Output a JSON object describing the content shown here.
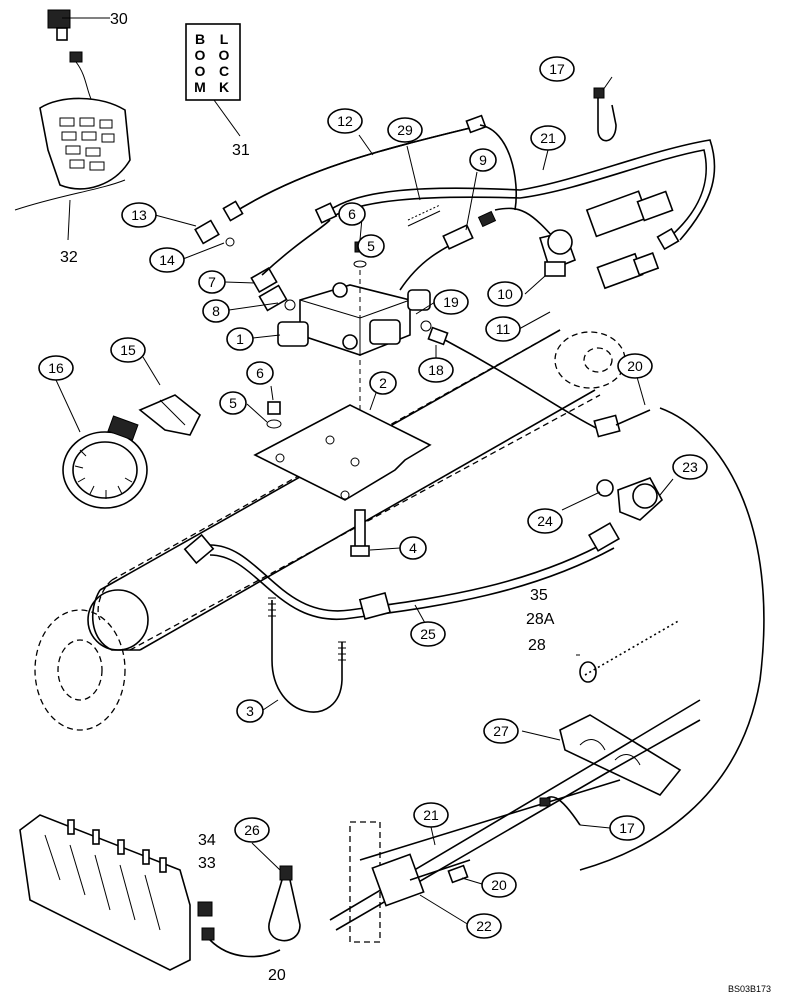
{
  "diagram": {
    "figure_code": "BS03B173",
    "decal": {
      "lines": [
        [
          "B",
          "L"
        ],
        [
          "O",
          "O"
        ],
        [
          "O",
          "C"
        ],
        [
          "M",
          "K"
        ]
      ]
    },
    "callouts": [
      {
        "id": "c1",
        "label": "1"
      },
      {
        "id": "c2",
        "label": "2"
      },
      {
        "id": "c3",
        "label": "3"
      },
      {
        "id": "c4",
        "label": "4"
      },
      {
        "id": "c5a",
        "label": "5"
      },
      {
        "id": "c5b",
        "label": "5"
      },
      {
        "id": "c6a",
        "label": "6"
      },
      {
        "id": "c6b",
        "label": "6"
      },
      {
        "id": "c7",
        "label": "7"
      },
      {
        "id": "c8",
        "label": "8"
      },
      {
        "id": "c9",
        "label": "9"
      },
      {
        "id": "c10",
        "label": "10"
      },
      {
        "id": "c11",
        "label": "11"
      },
      {
        "id": "c12",
        "label": "12"
      },
      {
        "id": "c13",
        "label": "13"
      },
      {
        "id": "c14",
        "label": "14"
      },
      {
        "id": "c15",
        "label": "15"
      },
      {
        "id": "c16",
        "label": "16"
      },
      {
        "id": "c17a",
        "label": "17"
      },
      {
        "id": "c17b",
        "label": "17"
      },
      {
        "id": "c18",
        "label": "18"
      },
      {
        "id": "c19",
        "label": "19"
      },
      {
        "id": "c20a",
        "label": "20"
      },
      {
        "id": "c20b",
        "label": "20"
      },
      {
        "id": "c21a",
        "label": "21"
      },
      {
        "id": "c21b",
        "label": "21"
      },
      {
        "id": "c22",
        "label": "22"
      },
      {
        "id": "c23",
        "label": "23"
      },
      {
        "id": "c24",
        "label": "24"
      },
      {
        "id": "c25",
        "label": "25"
      },
      {
        "id": "c26",
        "label": "26"
      },
      {
        "id": "c27",
        "label": "27"
      },
      {
        "id": "c29",
        "label": "29"
      }
    ],
    "plain_labels": [
      {
        "id": "t30",
        "label": "30"
      },
      {
        "id": "t31",
        "label": "31"
      },
      {
        "id": "t32",
        "label": "32"
      },
      {
        "id": "t35",
        "label": "35"
      },
      {
        "id": "t28a",
        "label": "28A"
      },
      {
        "id": "t28",
        "label": "28"
      },
      {
        "id": "t34",
        "label": "34"
      },
      {
        "id": "t33",
        "label": "33"
      },
      {
        "id": "t20c",
        "label": "20"
      }
    ]
  }
}
